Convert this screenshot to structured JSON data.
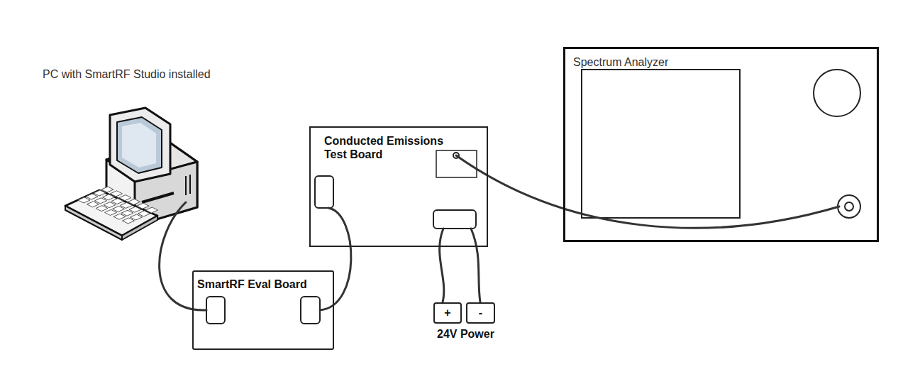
{
  "diagram": {
    "nodes": [
      {
        "text": [
          "PC with SmartRF Studio installed"
        ]
      },
      {
        "text": [
          "SmartRF Eval Board"
        ]
      },
      {
        "text": [
          "Conducted Emissions Test Board"
        ]
      },
      {
        "text": [
          "Spectrum Analyzer"
        ]
      },
      {
        "text": [
          "+"
        ]
      },
      {
        "text": [
          "-"
        ]
      }
    ],
    "edges": [
      {
        "from": 0,
        "to": 1,
        "arrow": "none"
      },
      {
        "from": 1,
        "to": 2,
        "arrow": "none"
      },
      {
        "from": 2,
        "to": 3,
        "arrow": "none"
      },
      {
        "from": 2,
        "to": 4,
        "arrow": "none"
      },
      {
        "from": 2,
        "to": 5,
        "arrow": "none"
      }
    ],
    "labels": [
      "24V Power"
    ]
  }
}
